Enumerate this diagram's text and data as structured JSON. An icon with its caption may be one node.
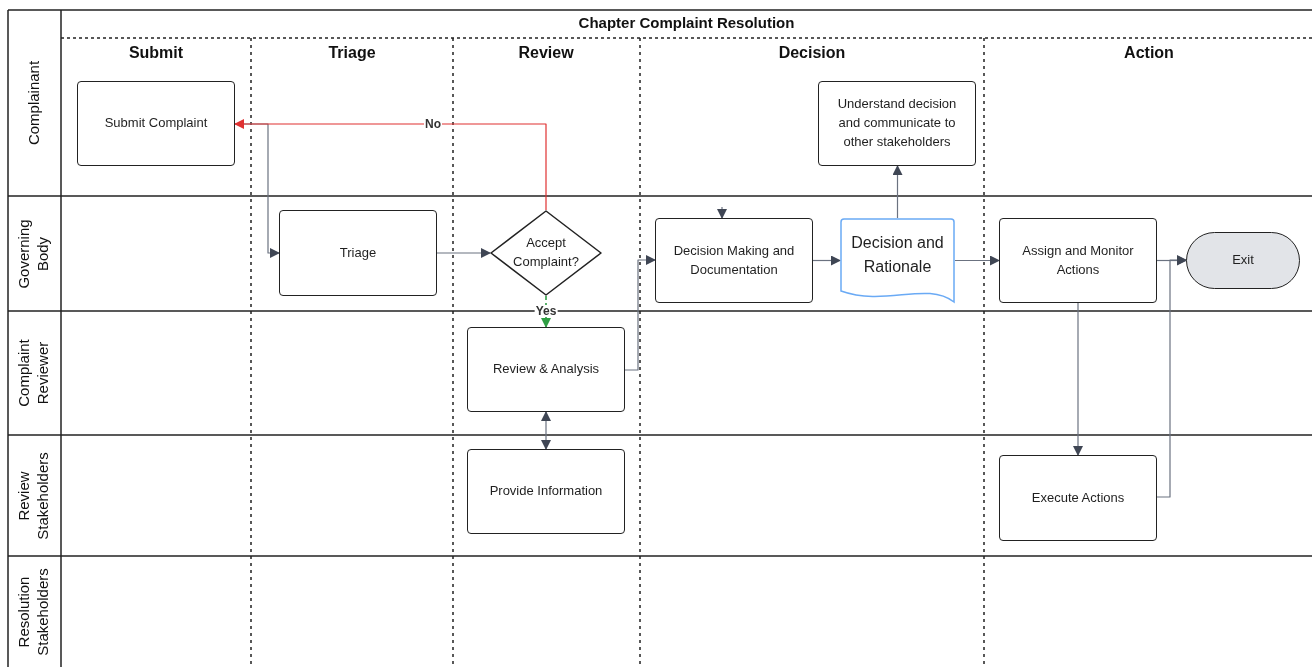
{
  "diagram": {
    "title": "Chapter Complaint Resolution",
    "nodes": [
      {
        "text": [
          "Submit Complaint"
        ]
      },
      {
        "text": [
          "Understand decision and communicate to other stakeholders"
        ]
      },
      {
        "text": [
          "Triage"
        ]
      },
      {
        "text": [
          "Accept Complaint?"
        ]
      },
      {
        "text": [
          "Decision Making and Documentation"
        ]
      },
      {
        "text": [
          "Decision and Rationale"
        ]
      },
      {
        "text": [
          "Assign and Monitor Actions"
        ]
      },
      {
        "text": [
          "Exit"
        ]
      },
      {
        "text": [
          "Review & Analysis"
        ]
      },
      {
        "text": [
          "Provide Information"
        ]
      },
      {
        "text": [
          "Execute Actions"
        ]
      }
    ],
    "edges": [
      {
        "from": 0,
        "to": 2,
        "arrow": "to"
      },
      {
        "from": 2,
        "to": 3,
        "arrow": "to"
      },
      {
        "from": 3,
        "to": 0,
        "arrow": "to",
        "label": "No",
        "color": "#e03131"
      },
      {
        "from": 3,
        "to": 8,
        "arrow": "to",
        "label": "Yes",
        "style": "dashed",
        "color": "#2f9e44"
      },
      {
        "from": 8,
        "to": 4,
        "arrow": "to"
      },
      {
        "from": null,
        "to": 4,
        "arrow": "to"
      },
      {
        "from": 4,
        "to": 5,
        "arrow": "to"
      },
      {
        "from": 5,
        "to": 1,
        "arrow": "to"
      },
      {
        "from": 5,
        "to": 6,
        "arrow": "to"
      },
      {
        "from": 6,
        "to": 7,
        "arrow": "to"
      },
      {
        "from": 6,
        "to": 10,
        "arrow": "to"
      },
      {
        "from": 10,
        "to": 7,
        "arrow": "to"
      },
      {
        "from": 8,
        "to": 9,
        "arrow": "both"
      }
    ],
    "labels": [
      "Submit",
      "Triage",
      "Review",
      "Decision",
      "Action",
      "Complainant",
      "Governing Body",
      "Complaint Reviewer",
      "Review Stakeholders",
      "Resolution Stakeholders"
    ]
  }
}
